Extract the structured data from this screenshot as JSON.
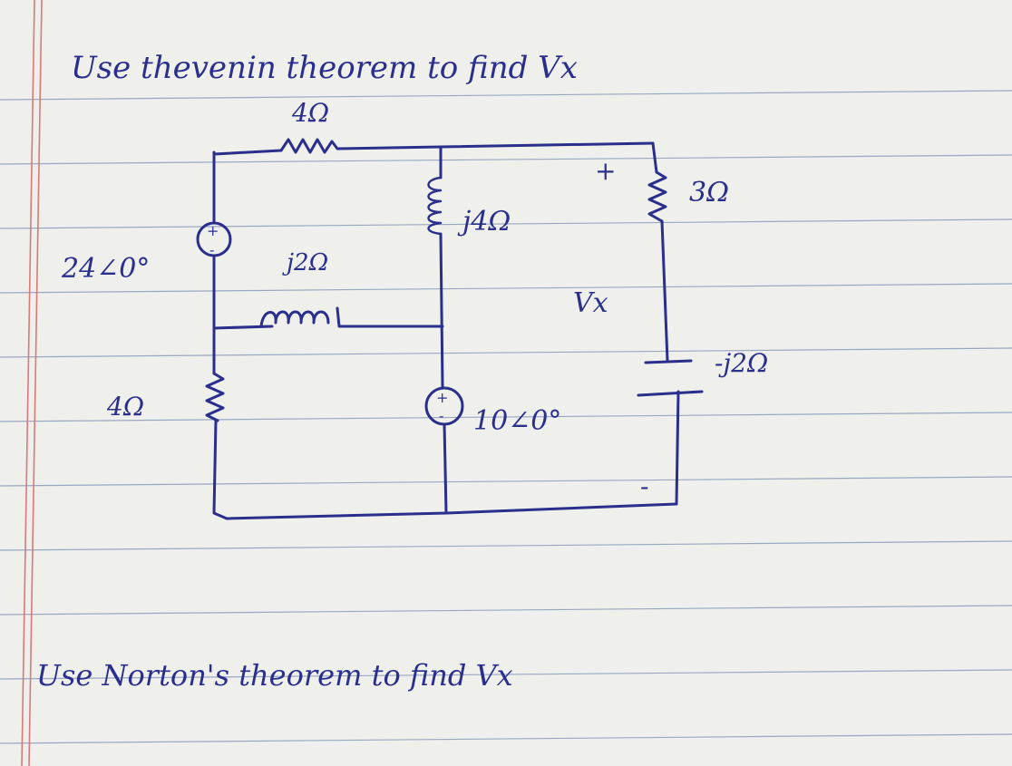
{
  "heading_thevenin": "Use thevenin theorem to find Vx",
  "heading_norton": "Use Norton's theorem to find Vx",
  "labels": {
    "r_top": "4Ω",
    "r_right": "3Ω",
    "r_left_bottom": "4Ω",
    "inductor_middle": "j4Ω",
    "inductor_left": "j2Ω",
    "capacitor": "-j2Ω",
    "source_left": "24∠0°",
    "source_middle": "10∠0°",
    "vx_plus": "+",
    "vx_label": "Vx",
    "vx_minus": "-",
    "src_plus": "+",
    "src_minus": "-"
  },
  "colors": {
    "ink": "#2a2f8c",
    "paper": "#efefec",
    "rule": "#9aa7c2",
    "margin": "#d77a7a"
  }
}
